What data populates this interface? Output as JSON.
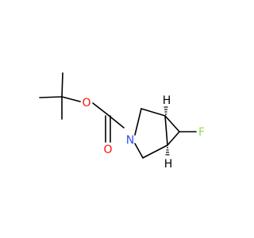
{
  "molecule": {
    "atoms": {
      "oxygen_ester": {
        "symbol": "O",
        "color": "#ff0d0d"
      },
      "oxygen_carbonyl": {
        "symbol": "O",
        "color": "#ff0d0d"
      },
      "nitrogen": {
        "symbol": "N",
        "color": "#3050f8"
      },
      "fluorine": {
        "symbol": "F",
        "color": "#90e050"
      },
      "hydrogen_top": {
        "symbol": "H",
        "color": "#000000"
      },
      "hydrogen_bottom": {
        "symbol": "H",
        "color": "#000000"
      }
    },
    "bond_color": "#000000"
  }
}
